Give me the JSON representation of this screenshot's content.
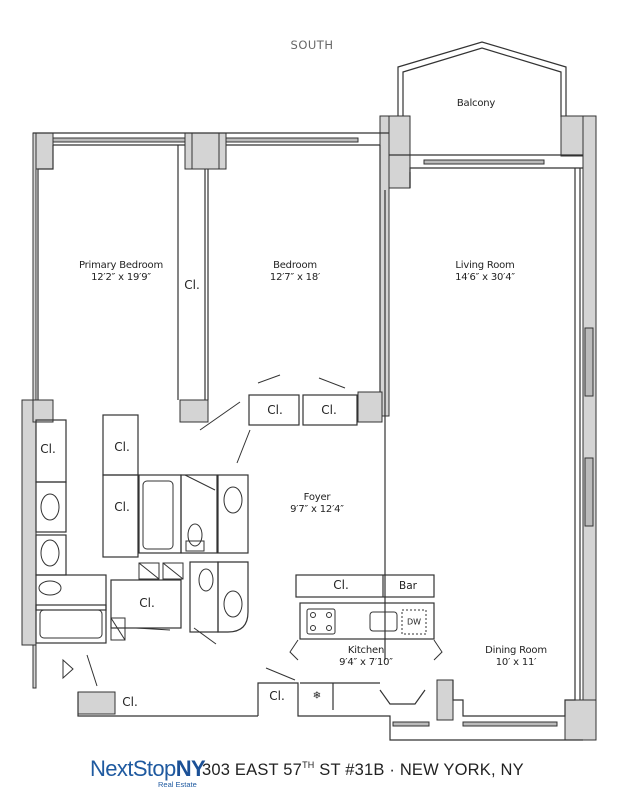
{
  "orientation": {
    "label": "SOUTH"
  },
  "rooms": {
    "primary_bedroom": {
      "name": "Primary Bedroom",
      "dimensions": "12′2″ x 19′9″"
    },
    "bedroom": {
      "name": "Bedroom",
      "dimensions": "12′7″ x 18′"
    },
    "living_room": {
      "name": "Living Room",
      "dimensions": "14′6″ x 30′4″"
    },
    "balcony": {
      "name": "Balcony"
    },
    "foyer": {
      "name": "Foyer",
      "dimensions": "9′7″ x 12′4″"
    },
    "kitchen": {
      "name": "Kitchen",
      "dimensions": "9′4″ x 7′10″"
    },
    "dining_room": {
      "name": "Dining Room",
      "dimensions": "10′ x 11′"
    }
  },
  "closets": [
    {
      "id": "between-bedrooms",
      "label": "Cl."
    },
    {
      "id": "bedroom-left",
      "label": "Cl."
    },
    {
      "id": "bedroom-right",
      "label": "Cl."
    },
    {
      "id": "hall-left",
      "label": "Cl."
    },
    {
      "id": "hall-right-upper",
      "label": "Cl."
    },
    {
      "id": "hall-right-lower",
      "label": "Cl."
    },
    {
      "id": "center",
      "label": "Cl."
    },
    {
      "id": "entry-bottom",
      "label": "Cl."
    },
    {
      "id": "kitchen-side",
      "label": "Cl."
    },
    {
      "id": "kitchen-top",
      "label": "Cl."
    }
  ],
  "fixtures": {
    "bar": "Bar",
    "dishwasher": "DW"
  },
  "footer": {
    "brand_main": "NextStop",
    "brand_bold": "NY",
    "brand_sub": "Real Estate",
    "address_pre": "303 EAST 57",
    "address_sup": "TH",
    "address_post": " ST #31B · NEW YORK, NY"
  },
  "colors": {
    "wall_fill": "#d4d4d4",
    "wall_line": "#333333",
    "brand_blue": "#1f5aa0"
  }
}
